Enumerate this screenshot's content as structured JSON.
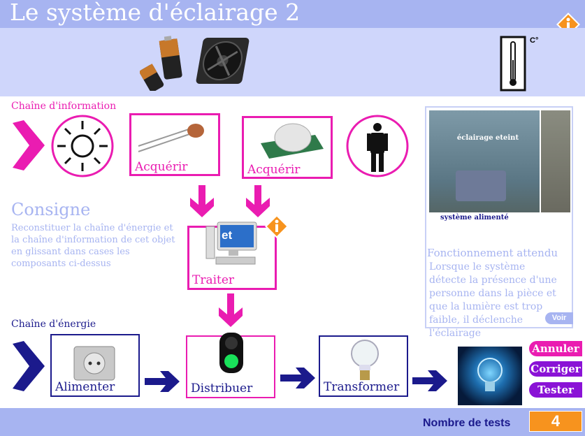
{
  "title": "Le système d'éclairage 2",
  "sections": {
    "info_chain": "Chaîne d'information",
    "energy_chain": "Chaîne d'énergie"
  },
  "info_blocks": {
    "acquire1": "Acquérir",
    "acquire2": "Acquérir",
    "process": "Traiter",
    "process_badge": "et"
  },
  "energy_blocks": {
    "supply": "Alimenter",
    "distribute": "Distribuer",
    "transform": "Transformer"
  },
  "consigne": {
    "title": "Consigne",
    "text": "Reconstituer la chaîne d'énergie et la chaîne d'information de cet objet en glissant dans cases les composants ci-dessus"
  },
  "preview": {
    "overlay_text": "éclairage eteint",
    "caption": "système alimenté",
    "func_title": "Fonctionnement attendu",
    "func_text": "Lorsque le système détecte la présence d'une personne dans la pièce et que la lumière est trop faible, il déclenche l'éclairage",
    "voir_label": "Voir"
  },
  "buttons": {
    "annuler": "Annuler",
    "corriger": "Corriger",
    "tester": "Tester"
  },
  "footer": {
    "tests_label": "Nombre de tests",
    "tests_count": "4"
  },
  "thermometer_unit": "C°",
  "colors": {
    "header": "#a7b4f1",
    "parts_band": "#cfd6fb",
    "magenta": "#ea1cb1",
    "navy": "#1b1a8c",
    "violet": "#8a12d6",
    "orange": "#f7931e"
  }
}
